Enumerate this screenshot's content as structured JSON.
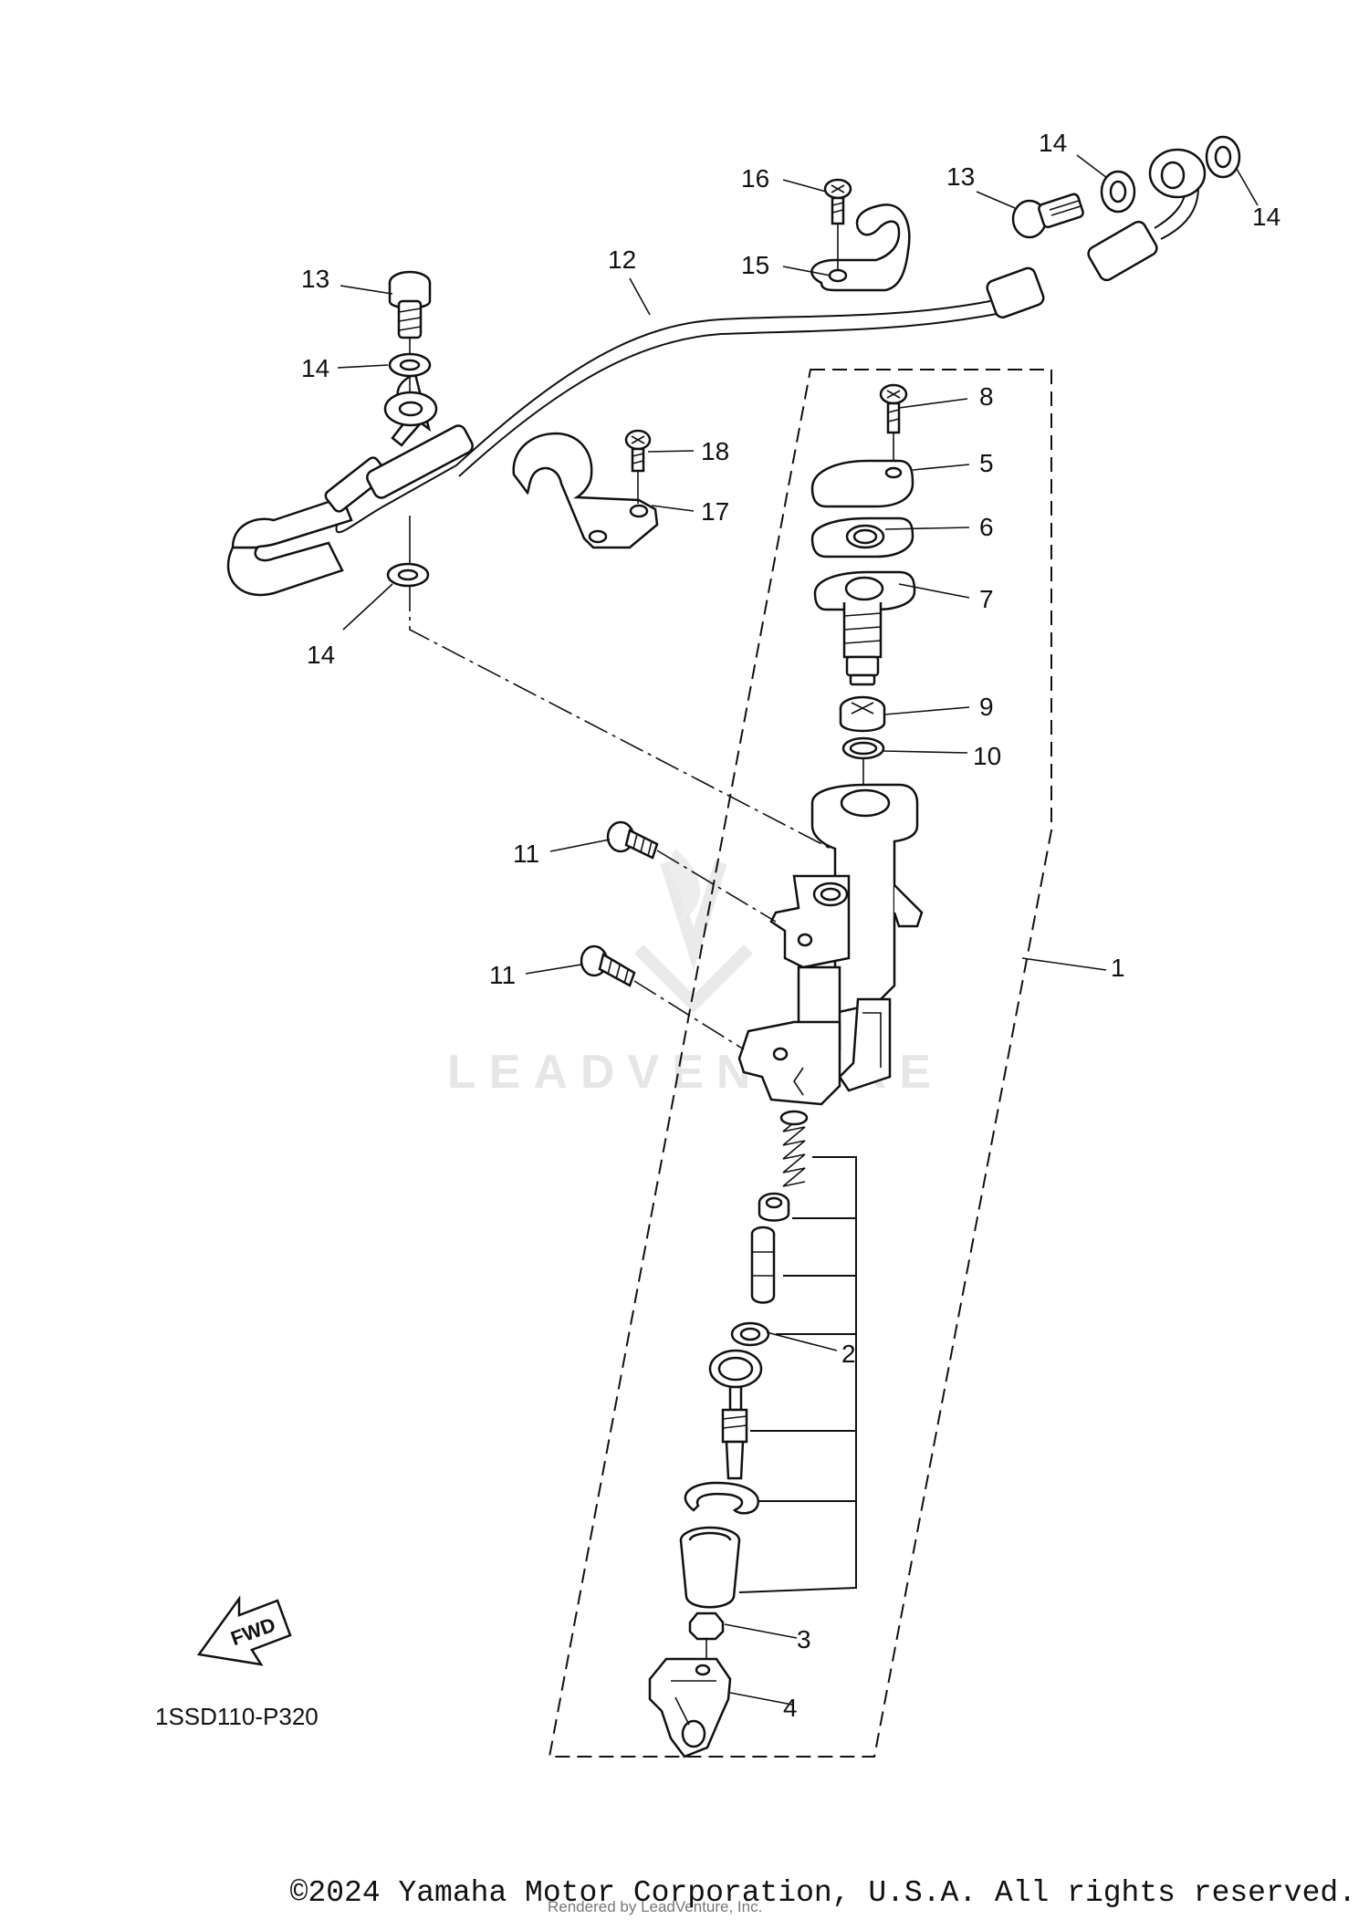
{
  "callouts": {
    "c1": "1",
    "c2": "2",
    "c3": "3",
    "c4": "4",
    "c5": "5",
    "c6": "6",
    "c7": "7",
    "c8": "8",
    "c9": "9",
    "c10": "10",
    "c11a": "11",
    "c11b": "11",
    "c12": "12",
    "c13a": "13",
    "c13b": "13",
    "c14a": "14",
    "c14b": "14",
    "c14c": "14",
    "c14d": "14",
    "c15": "15",
    "c16": "16",
    "c17": "17",
    "c18": "18"
  },
  "fwd_label": "FWD",
  "diagram_code": "1SSD110-P320",
  "watermark": "LEADVENTURE",
  "copyright": "©2024 Yamaha Motor Corporation, U.S.A. All rights reserved.",
  "rendered_by": "Rendered by LeadVenture, Inc."
}
